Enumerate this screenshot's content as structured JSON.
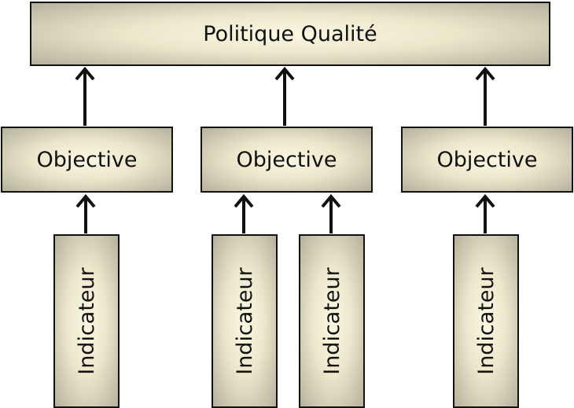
{
  "policy": {
    "label": "Politique Qualité"
  },
  "objectives": [
    {
      "label": "Objective"
    },
    {
      "label": "Objective"
    },
    {
      "label": "Objective"
    }
  ],
  "indicators": [
    {
      "label": "Indicateur",
      "objective": 0
    },
    {
      "label": "Indicateur",
      "objective": 1
    },
    {
      "label": "Indicateur",
      "objective": 1
    },
    {
      "label": "Indicateur",
      "objective": 2
    }
  ],
  "colors": {
    "box_center": "#fbf7e2",
    "box_edge": "#b5b19c",
    "stroke": "#111111"
  }
}
